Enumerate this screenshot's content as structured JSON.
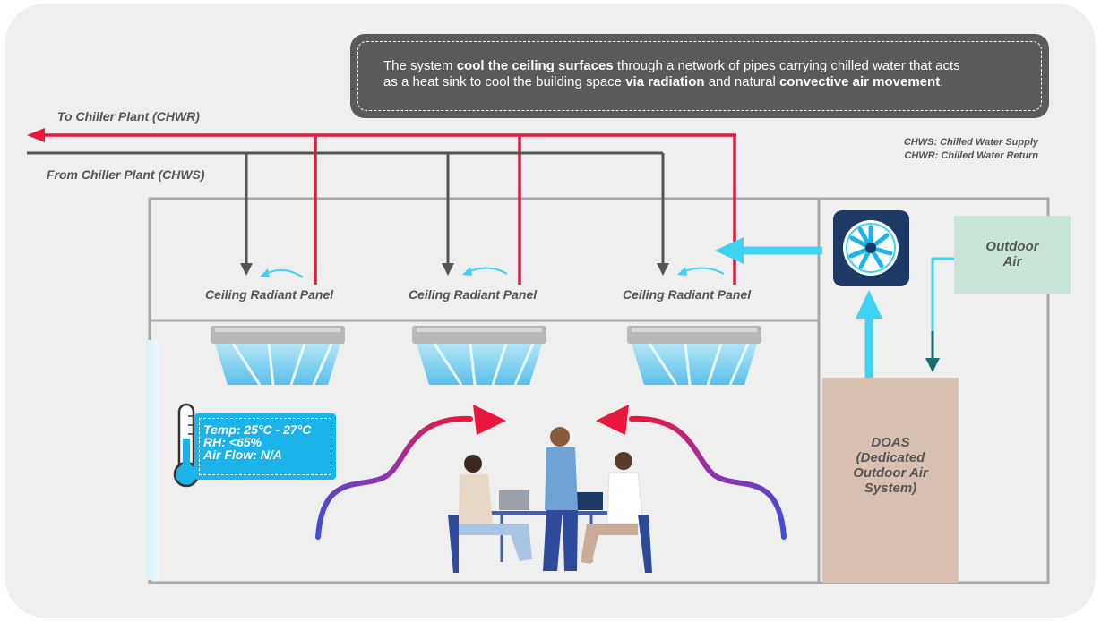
{
  "callout": {
    "line1_prefix": "The system ",
    "line1_bold1": "cool the ceiling surfaces",
    "line1_mid": " through a network of pipes carrying chilled water that acts",
    "line2_prefix": "as a heat sink to cool the building space ",
    "line2_bold1": "via radiation",
    "line2_mid": " and natural ",
    "line2_bold2": "convective air movement",
    "line2_end": "."
  },
  "pipes": {
    "return_label": "To Chiller Plant (CHWR)",
    "supply_label": "From Chiller Plant (CHWS)"
  },
  "legend": {
    "chws": "CHWS: Chilled Water Supply",
    "chwr": "CHWR: Chilled Water Return"
  },
  "panels": [
    {
      "label": "Ceiling Radiant Panel"
    },
    {
      "label": "Ceiling Radiant Panel"
    },
    {
      "label": "Ceiling Radiant Panel"
    }
  ],
  "conditions": {
    "temp": "Temp: 25°C - 27°C",
    "rh": "RH: <65%",
    "airflow": "Air Flow: N/A"
  },
  "outdoor_air": {
    "line1": "Outdoor",
    "line2": "Air"
  },
  "doas": {
    "line1": "DOAS",
    "line2": "(Dedicated",
    "line3": "Outdoor Air",
    "line4": "System)"
  },
  "colors": {
    "return_pipe": "#e8173b",
    "supply_pipe": "#555555",
    "air_flow": "#3ed3f5",
    "fan_box": "#1d3a66",
    "outdoor_air": "#c9e5d8",
    "doas": "#d7c0b2",
    "building_wall": "#a8a8a8"
  },
  "icons": [
    "fan-icon",
    "thermometer-icon",
    "people-meeting-illustration",
    "radiant-panel-icon"
  ]
}
